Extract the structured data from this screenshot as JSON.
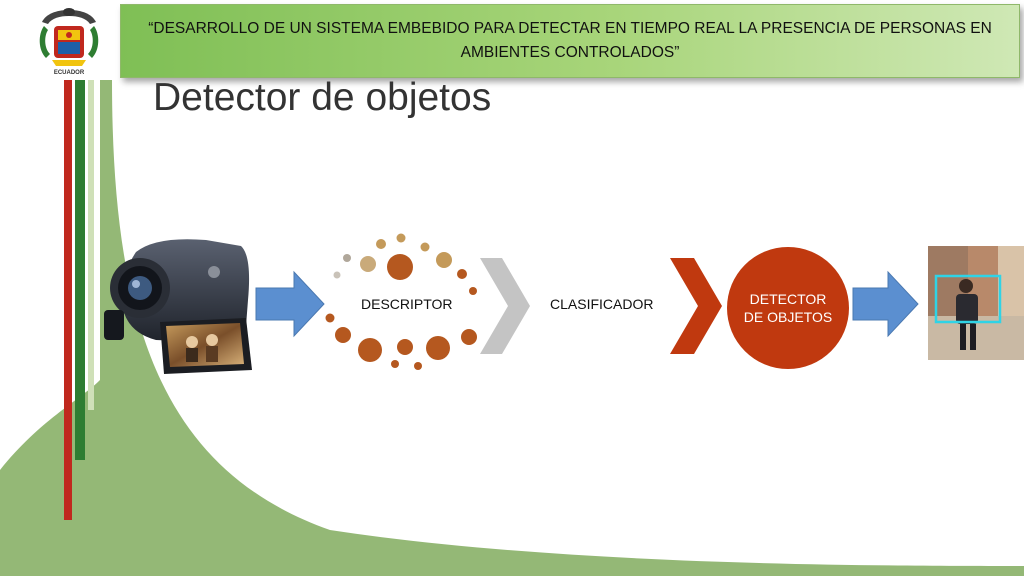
{
  "header": {
    "subtitle": "“DESARROLLO DE UN SISTEMA EMBEBIDO PARA DETECTAR EN TIEMPO REAL LA PRESENCIA DE PERSONAS EN AMBIENTES CONTROLADOS”"
  },
  "title": "Detector de objetos",
  "logo": {
    "caption": "ECUADOR"
  },
  "diagram": {
    "descriptor_label": "DESCRIPTOR",
    "classifier_label": "CLASIFICADOR",
    "detector_label": "DETECTOR DE OBJETOS"
  },
  "colors": {
    "accent_green": "#8bb26a",
    "arrow_blue": "#5b8fd0",
    "detector_red": "#c0390f",
    "chevron_gray": "#c4c4c4",
    "dot_brown": "#b5581f",
    "dot_tan": "#c49a5a"
  },
  "icons": {
    "logo": "university-shield-icon",
    "camera": "camcorder-icon",
    "photo": "person-detection-photo"
  }
}
